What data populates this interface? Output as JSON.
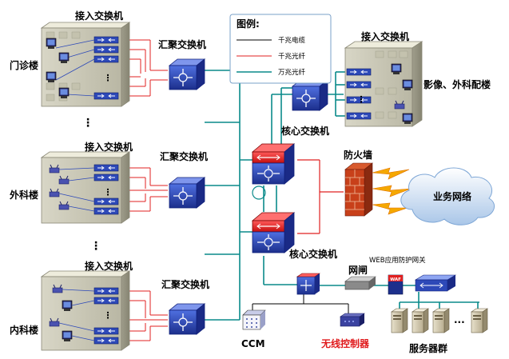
{
  "legend": {
    "title": "图例:",
    "items": [
      {
        "label": "千兆电缆",
        "color": "#000000"
      },
      {
        "label": "千兆光纤",
        "color": "#e02020"
      },
      {
        "label": "万兆光纤",
        "color": "#0a8a8a"
      }
    ]
  },
  "buildings": {
    "outpatient": {
      "name": "门诊楼",
      "access": "接入交换机",
      "agg": "汇聚交换机"
    },
    "surgery": {
      "name": "外科楼",
      "access": "接入交换机",
      "agg": "汇聚交换机"
    },
    "internal": {
      "name": "内科楼",
      "access": "接入交换机",
      "agg": "汇聚交换机"
    },
    "imaging": {
      "name": "影像、外科配楼",
      "access": "接入交换机"
    }
  },
  "core": {
    "top": "核心交换机",
    "bottom": "核心交换机"
  },
  "security": {
    "firewall": "防火墙",
    "gateway": "网闸",
    "waf_label": "WEB应用防护网关",
    "waf_badge": "WAF"
  },
  "external": {
    "business_net": "业务网络"
  },
  "devices": {
    "ccm": "CCM",
    "wireless": "无线控制器",
    "servers": "服务器群",
    "ellipsis": "..."
  },
  "colors": {
    "copper": "#000000",
    "gig_fiber": "#e02020",
    "tengig_fiber": "#0a8a8a",
    "wireless_text": "#e0191b"
  }
}
